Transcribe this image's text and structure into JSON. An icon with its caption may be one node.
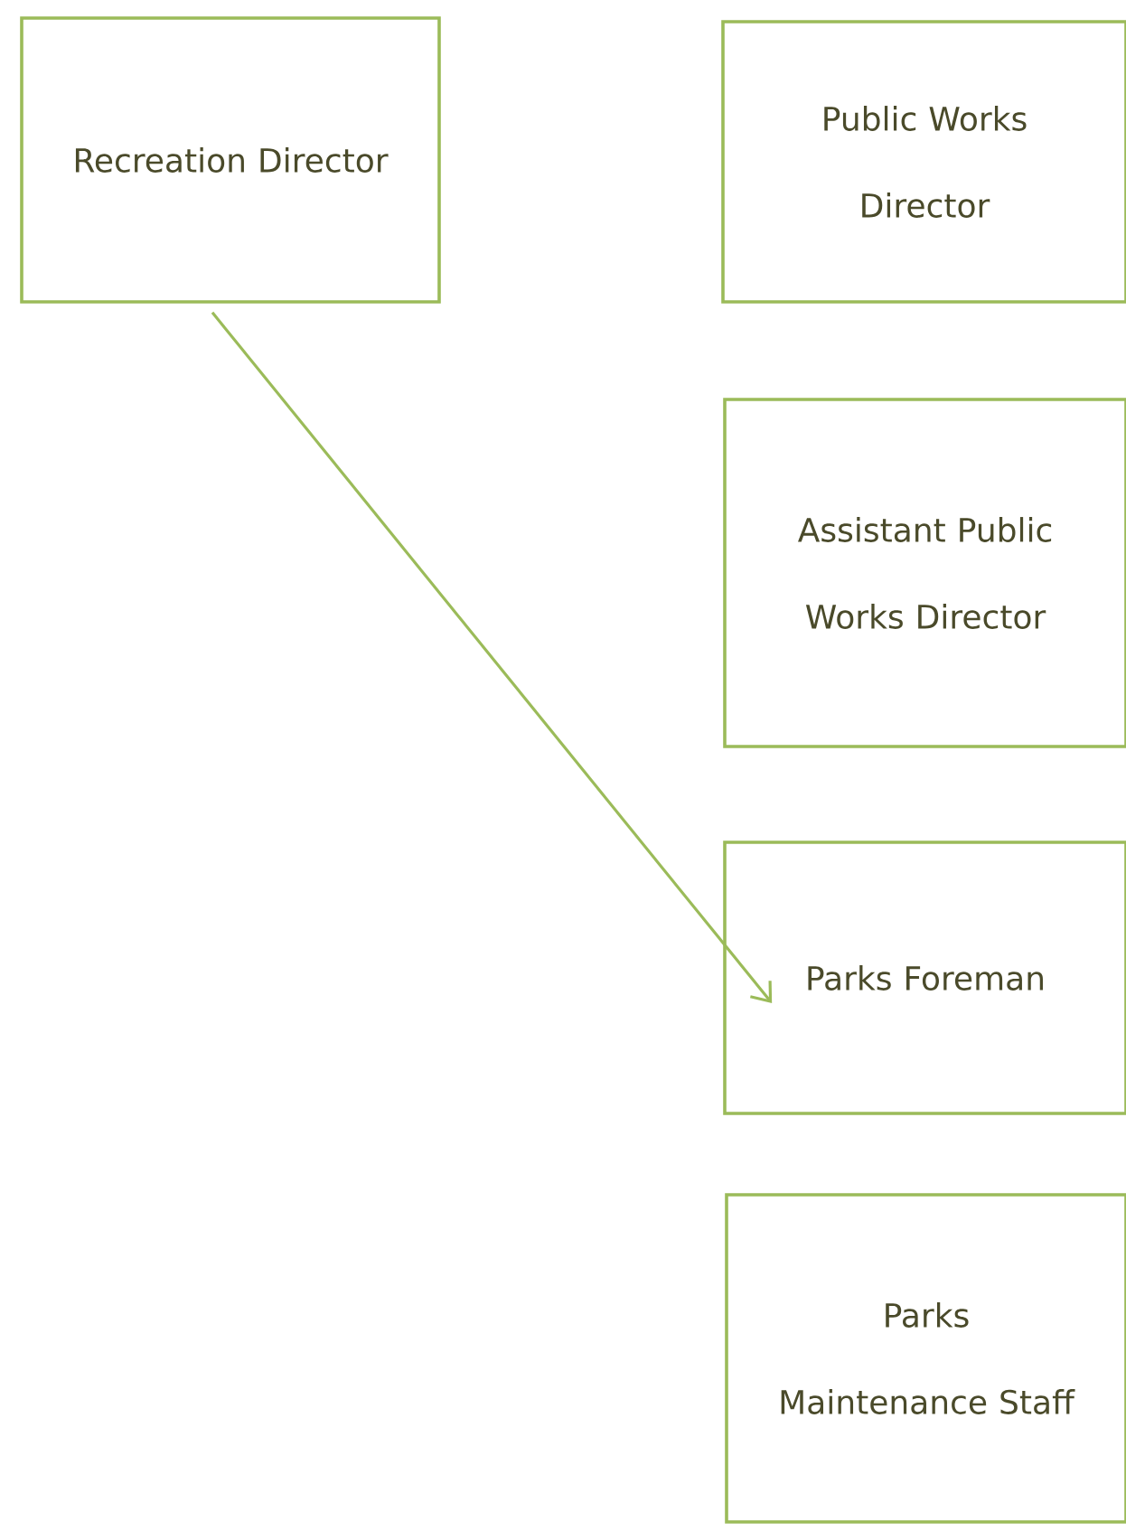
{
  "diagram": {
    "nodes": [
      {
        "text": [
          "Recreation Director"
        ]
      },
      {
        "text": [
          "Public Works Director"
        ]
      },
      {
        "text": [
          "Assistant Public Works Director"
        ]
      },
      {
        "text": [
          "Parks Foreman"
        ]
      },
      {
        "text": [
          "Parks Maintenance Staff"
        ]
      }
    ],
    "edges": [
      {
        "from": 0,
        "to": 3,
        "arrow": "to"
      }
    ]
  }
}
